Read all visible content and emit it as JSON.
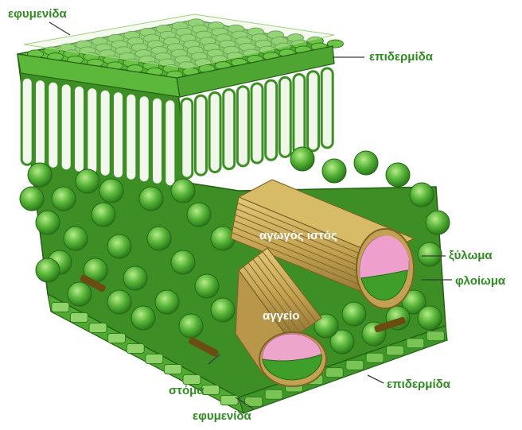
{
  "labels": {
    "cuticle_top": "εφυμενίδα",
    "epidermis_top": "επιδερμίδα",
    "vascular_tissue": "αγωγός ιστός",
    "xylem": "ξύλωμα",
    "phloem": "φλοίωμα",
    "vessel": "αγγείο",
    "stoma": "στόμα",
    "epidermis_bottom": "επιδερμίδα",
    "cuticle_bottom": "εφυμενίδα"
  },
  "colors": {
    "label_green": "#2f8a22",
    "leaf_green": "#4fae32",
    "dark_green": "#2d7d1c",
    "light_green": "#8fd36a",
    "vascular_tan": "#c8a95a",
    "xylem_pink": "#e9a7c9",
    "phloem_green": "#3f9e2a"
  }
}
